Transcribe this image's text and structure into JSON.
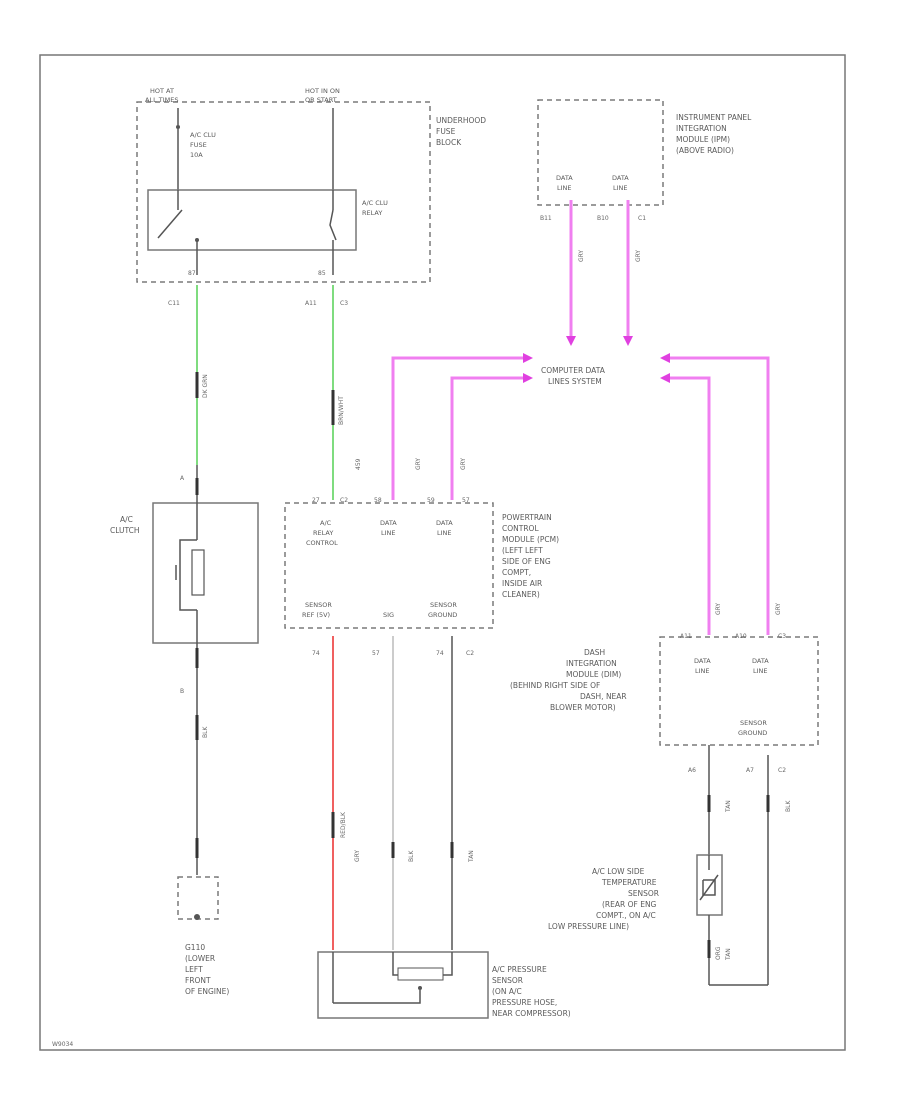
{
  "fuse_block": {
    "hot_at_all_times": [
      "HOT AT",
      "ALL TIMES"
    ],
    "hot_in_on": [
      "HOT IN ON",
      "OR START"
    ],
    "fuse": [
      "A/C CLU",
      "FUSE",
      "10A"
    ],
    "relay": [
      "A/C CLU",
      "RELAY"
    ],
    "title": [
      "UNDERHOOD",
      "FUSE",
      "BLOCK"
    ],
    "pin_left": "87",
    "pin_right": "85"
  },
  "ipim": {
    "title": [
      "INSTRUMENT PANEL",
      "INTEGRATION",
      "MODULE (IPM)",
      "(ABOVE RADIO)"
    ],
    "left": [
      "DATA",
      "LINE"
    ],
    "right": [
      "DATA",
      "LINE"
    ],
    "pin_left": "B11",
    "pin_right": "B10",
    "conn": "C1",
    "wire_left": "GRY",
    "wire_right": "GRY"
  },
  "data_system": [
    "COMPUTER DATA",
    "LINES SYSTEM"
  ],
  "fuse_conns": {
    "left": "C11",
    "mid": "A11",
    "right": "C3"
  },
  "green_wire": "DK GRN",
  "black_wire": "BRN/WHT",
  "ac_clutch": {
    "label": [
      "A/C",
      "CLUTCH"
    ],
    "pin_a": "A",
    "pin_b": "B",
    "wire_blk": "BLK"
  },
  "pcm": {
    "title": [
      "POWERTRAIN",
      "CONTROL",
      "MODULE (PCM)",
      "(LEFT LEFT",
      "SIDE OF ENG",
      "COMPT,",
      "INSIDE AIR",
      "CLEANER)"
    ],
    "relay_control": [
      "A/C",
      "RELAY",
      "CONTROL"
    ],
    "data1": [
      "DATA",
      "LINE"
    ],
    "data2": [
      "DATA",
      "LINE"
    ],
    "sensor_ref": [
      "SENSOR",
      "REF (5V)"
    ],
    "sensor_ground": [
      "SENSOR",
      "GROUND"
    ],
    "sig": "SIG",
    "pins_top": [
      "27",
      "C2",
      "58",
      "59",
      "57"
    ],
    "pins_bottom": [
      "74",
      "57",
      "74",
      "C2"
    ],
    "wires_top": [
      "459",
      "GRY",
      "GRY"
    ]
  },
  "dim": {
    "title": [
      "DASH",
      "INTEGRATION",
      "MODULE (DIM)",
      "(BEHIND RIGHT SIDE OF",
      "DASH, NEAR",
      "BLOWER MOTOR)"
    ],
    "data1": [
      "DATA",
      "LINE"
    ],
    "data2": [
      "DATA",
      "LINE"
    ],
    "sensor_ground": [
      "SENSOR",
      "GROUND"
    ],
    "pins_top": [
      "A11",
      "A10",
      "C3"
    ],
    "pins_bottom": [
      "A6",
      "A7",
      "C2"
    ],
    "wires_top": [
      "GRY",
      "GRY"
    ],
    "wires_bottom": [
      "TAN",
      "BLK"
    ]
  },
  "ground": [
    "G110",
    "(LOWER",
    "LEFT",
    "FRONT",
    "OF ENGINE)"
  ],
  "pressure_sensor": [
    "A/C PRESSURE",
    "SENSOR",
    "(ON A/C",
    "PRESSURE HOSE,",
    "NEAR COMPRESSOR)"
  ],
  "temp_sensor": [
    "A/C LOW SIDE",
    "TEMPERATURE",
    "SENSOR",
    "(REAR OF ENG",
    "COMPT., ON A/C",
    "LOW PRESSURE LINE)"
  ],
  "sensor_wires": [
    "RED/BLK",
    "GRY",
    "BLK",
    "TAN",
    "ORG",
    "TAN"
  ],
  "diagram_id": "W9034"
}
